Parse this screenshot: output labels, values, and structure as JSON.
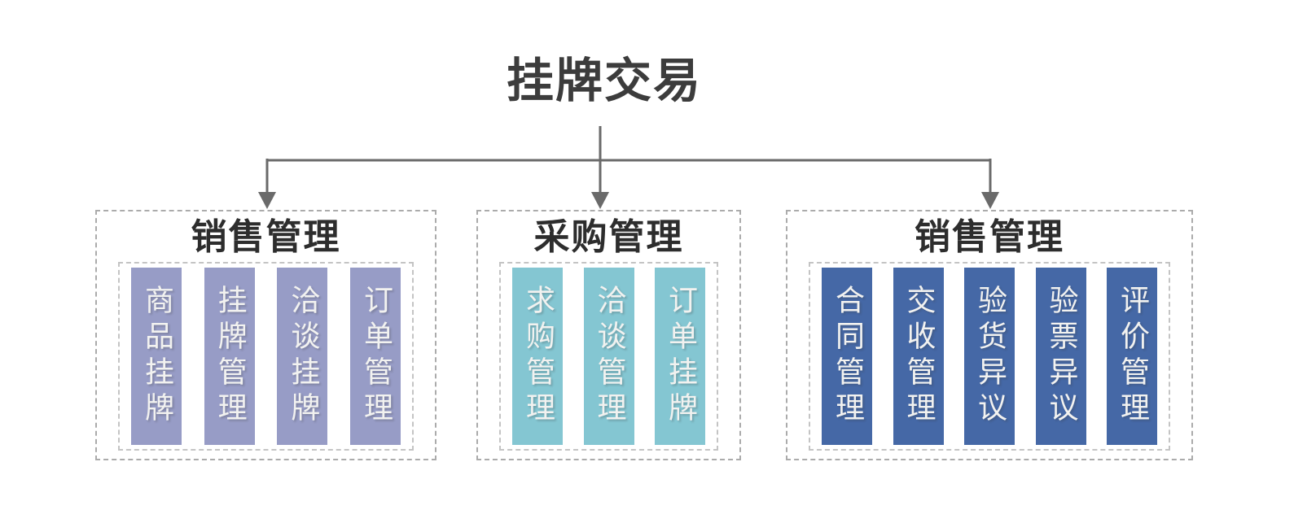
{
  "title": "挂牌交易",
  "colors": {
    "connector": "#6a6a6a",
    "purple_bar": "#979cc6",
    "teal_bar": "#84c6d2",
    "blue_bar": "#4568a6",
    "bar_text": "#f2f2f0",
    "header_text": "#2d2d2d",
    "title_text": "#3c3c3c",
    "outer_dashed_border": "#ababab",
    "inner_dashed_border": "#c4c4c4"
  },
  "groups": [
    {
      "header": "销售管理",
      "color": "#979cc6",
      "items": [
        "商品挂牌",
        "挂牌管理",
        "洽谈挂牌",
        "订单管理"
      ]
    },
    {
      "header": "采购管理",
      "color": "#84c6d2",
      "items": [
        "求购管理",
        "洽谈管理",
        "订单挂牌"
      ]
    },
    {
      "header": "销售管理",
      "color": "#4568a6",
      "items": [
        "合同管理",
        "交收管理",
        "验货异议",
        "验票异议",
        "评价管理"
      ]
    }
  ]
}
